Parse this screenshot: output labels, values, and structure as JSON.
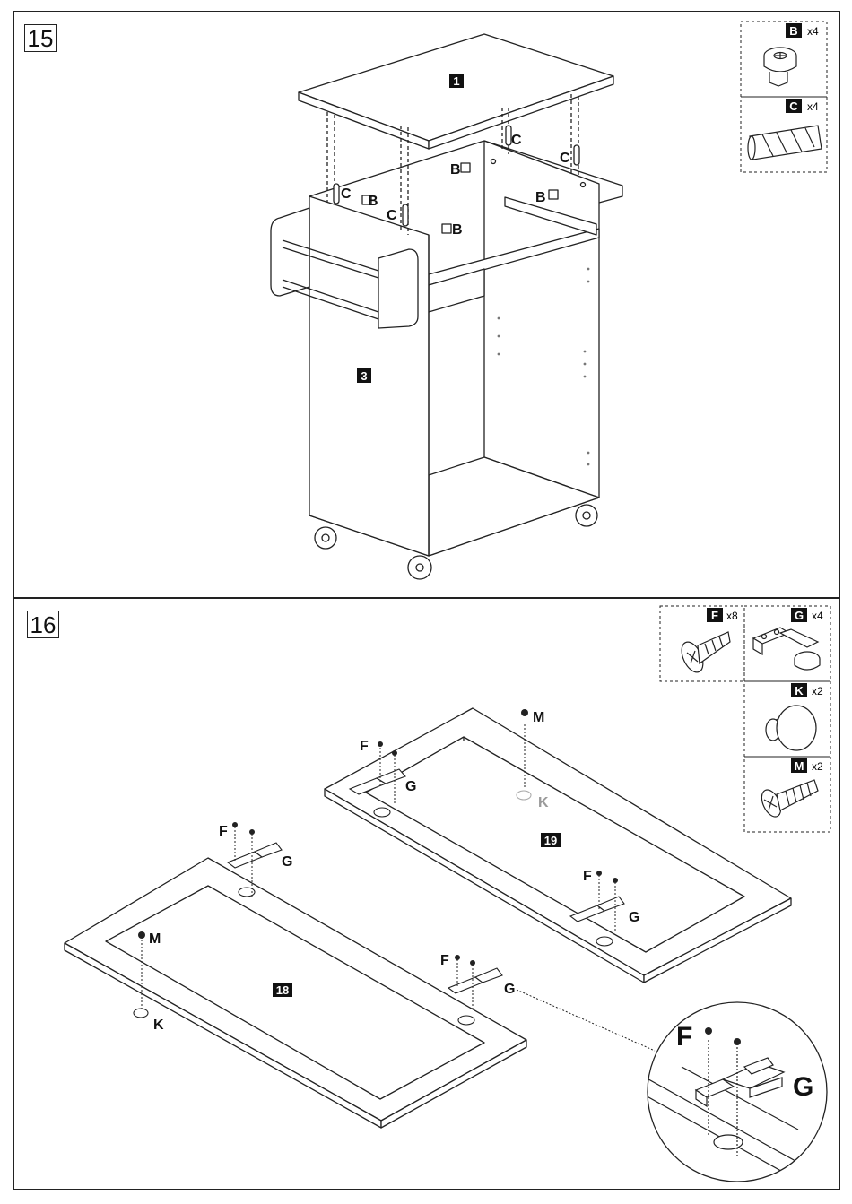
{
  "steps": [
    {
      "number": "15",
      "hardware": [
        {
          "letter": "B",
          "qty": "x4",
          "icon": "cam-lock-icon"
        },
        {
          "letter": "C",
          "qty": "x4",
          "icon": "wooden-dowel-icon"
        }
      ],
      "panels": [
        "1",
        "3"
      ],
      "callouts": {
        "B": "B",
        "C": "C"
      }
    },
    {
      "number": "16",
      "hardware": [
        {
          "letter": "F",
          "qty": "x8",
          "icon": "wood-screw-icon"
        },
        {
          "letter": "G",
          "qty": "x4",
          "icon": "cabinet-hinge-icon"
        },
        {
          "letter": "K",
          "qty": "x2",
          "icon": "knob-icon"
        },
        {
          "letter": "M",
          "qty": "x2",
          "icon": "machine-screw-icon"
        }
      ],
      "panels": [
        "19",
        "18"
      ],
      "callouts": {
        "F": "F",
        "G": "G",
        "K": "K",
        "M": "M"
      }
    }
  ]
}
